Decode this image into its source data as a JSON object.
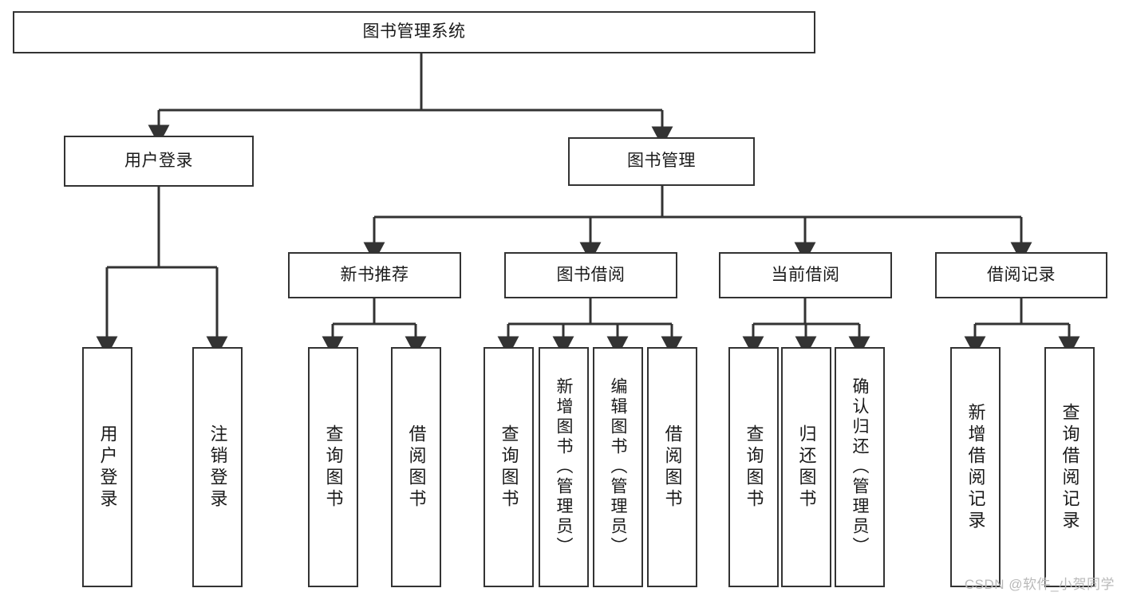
{
  "diagram": {
    "type": "tree",
    "title": "图书管理系统",
    "watermark": "CSDN @软件_小贺同学",
    "colors": {
      "box_border": "#333333",
      "box_fill": "#ffffff",
      "connector": "#333333",
      "text": "#1a1a1a",
      "watermark": "#b9b9b9"
    },
    "nodes": {
      "root": {
        "label": "图书管理系统"
      },
      "level2": [
        {
          "label": "用户登录"
        },
        {
          "label": "图书管理"
        }
      ],
      "level3": [
        {
          "label": "新书推荐"
        },
        {
          "label": "图书借阅"
        },
        {
          "label": "当前借阅"
        },
        {
          "label": "借阅记录"
        }
      ],
      "leaves_user_login": [
        {
          "label": "用户登录"
        },
        {
          "label": "注销登录"
        }
      ],
      "leaves_new_book": [
        {
          "label": "查询图书"
        },
        {
          "label": "借阅图书"
        }
      ],
      "leaves_borrow": [
        {
          "label": "查询图书"
        },
        {
          "label": "新增图书（管理员）"
        },
        {
          "label": "编辑图书（管理员）"
        },
        {
          "label": "借阅图书"
        }
      ],
      "leaves_current": [
        {
          "label": "查询图书"
        },
        {
          "label": "归还图书"
        },
        {
          "label": "确认归还（管理员）"
        }
      ],
      "leaves_records": [
        {
          "label": "新增借阅记录"
        },
        {
          "label": "查询借阅记录"
        }
      ]
    }
  }
}
